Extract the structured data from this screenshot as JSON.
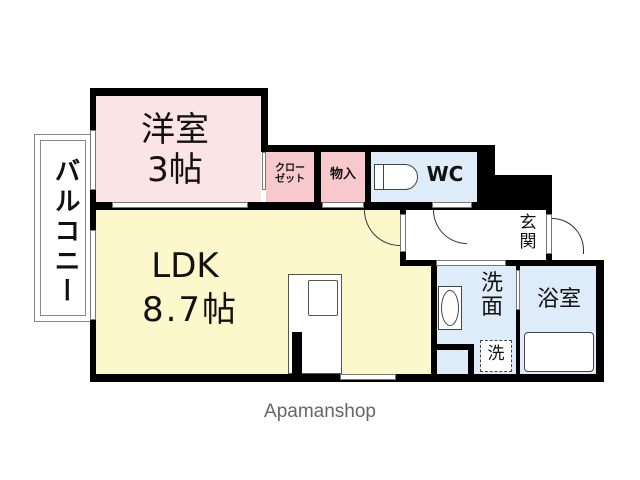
{
  "rooms": {
    "western_room": {
      "name": "洋室",
      "size": "3帖",
      "color": "#fbe4e6"
    },
    "ldk": {
      "name": "LDK",
      "size": "8.7帖",
      "color": "#fdf8cc"
    },
    "closet": {
      "name_line1": "クロー",
      "name_line2": "ゼット",
      "color": "#f8c9cc"
    },
    "storage": {
      "name": "物入",
      "color": "#f8c9cc"
    },
    "wc": {
      "name": "WC",
      "color": "#deebf8"
    },
    "entrance": {
      "name_line1": "玄",
      "name_line2": "関"
    },
    "washroom": {
      "name_line1": "洗",
      "name_line2": "面",
      "color": "#deebf8"
    },
    "washer": {
      "name": "洗"
    },
    "bathroom": {
      "name": "浴室",
      "color": "#deebf8"
    },
    "balcony": {
      "name": "バルコニー"
    }
  },
  "footer": {
    "brand": "Apamanshop"
  }
}
